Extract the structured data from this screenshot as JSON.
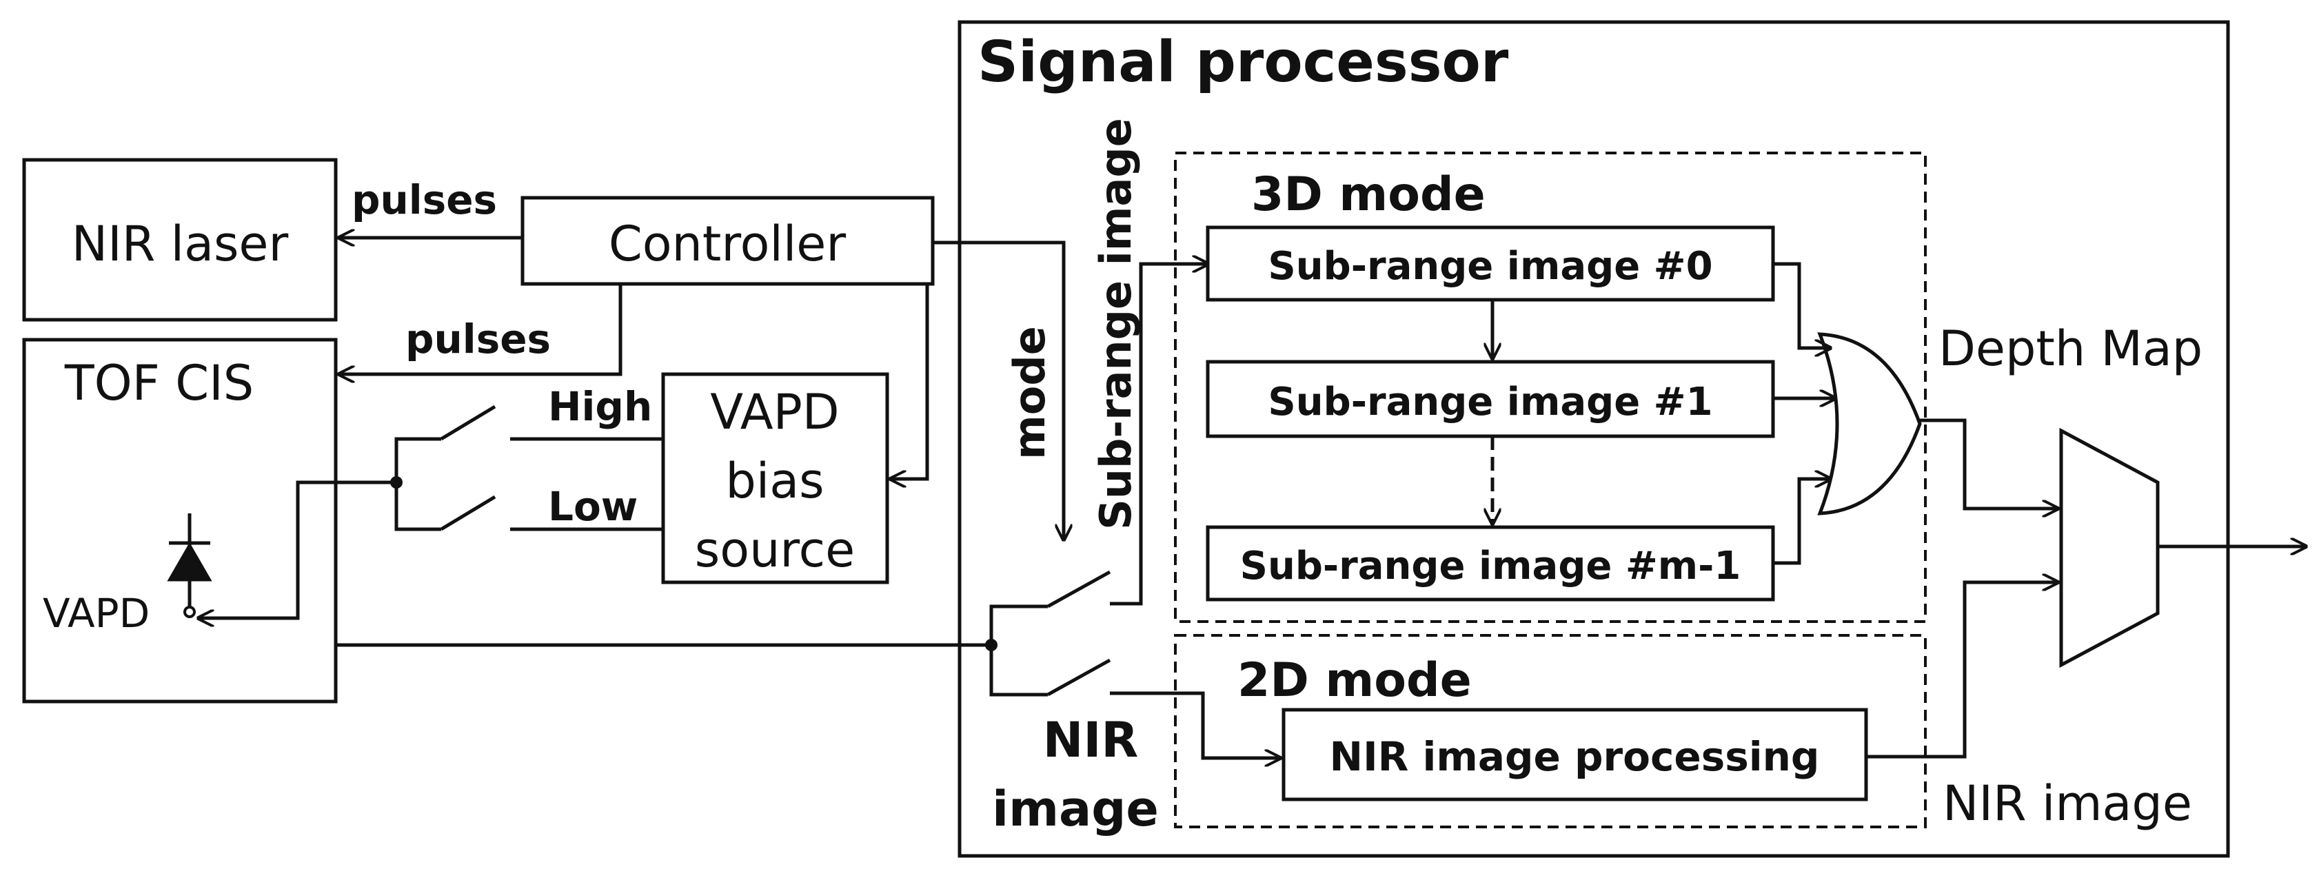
{
  "signal_processor": {
    "title": "Signal processor"
  },
  "nir_laser": {
    "label": "NIR laser"
  },
  "controller": {
    "label": "Controller"
  },
  "tof_cis": {
    "label": "TOF CIS"
  },
  "vapd": {
    "label": "VAPD"
  },
  "vapd_bias_source": {
    "line1": "VAPD",
    "line2": "bias",
    "line3": "source"
  },
  "signals": {
    "pulses_laser": "pulses",
    "pulses_cis": "pulses",
    "high": "High",
    "low": "Low",
    "mode": "mode",
    "sub_range_image": "Sub-range image",
    "nir_image_in_line1": "NIR",
    "nir_image_in_line2": "image",
    "depth_map": "Depth Map",
    "nir_image_out": "NIR image"
  },
  "mode_3d": {
    "title": "3D mode",
    "blocks": [
      "Sub-range image #0",
      "Sub-range image #1",
      "Sub-range image #m-1"
    ]
  },
  "mode_2d": {
    "title": "2D mode",
    "block": "NIR image processing"
  }
}
